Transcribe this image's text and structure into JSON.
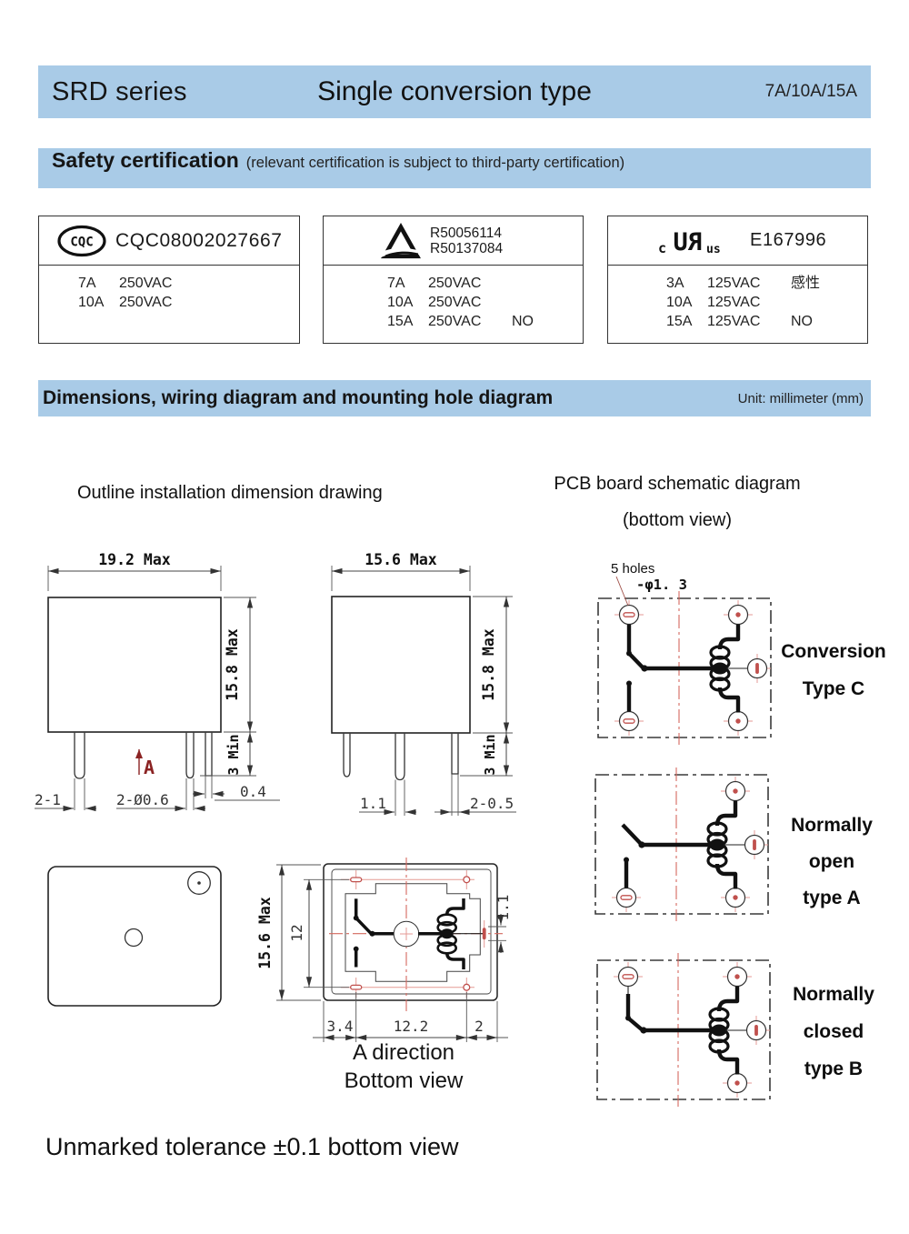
{
  "header": {
    "series": "SRD series",
    "title": "Single conversion type",
    "ratings": "7A/10A/15A"
  },
  "safety": {
    "title": "Safety certification",
    "subtitle": "(relevant certification is subject to third-party certification)"
  },
  "certs": {
    "cqc": {
      "logo_text": "CQC",
      "number": "CQC08002027667",
      "rows": [
        {
          "a": "7A",
          "v": "250VAC",
          "n": ""
        },
        {
          "a": "10A",
          "v": "250VAC",
          "n": ""
        }
      ]
    },
    "tuv": {
      "reg1": "R50056114",
      "reg2": "R50137084",
      "rows": [
        {
          "a": "7A",
          "v": "250VAC",
          "n": ""
        },
        {
          "a": "10A",
          "v": "250VAC",
          "n": ""
        },
        {
          "a": "15A",
          "v": "250VAC",
          "n": "NO"
        }
      ]
    },
    "ul": {
      "prefix": "c",
      "logo_text": "RU",
      "suffix": "us",
      "number": "E167996",
      "rows": [
        {
          "a": "3A",
          "v": "125VAC",
          "n": "感性"
        },
        {
          "a": "10A",
          "v": "125VAC",
          "n": ""
        },
        {
          "a": "15A",
          "v": "125VAC",
          "n": "NO"
        }
      ]
    }
  },
  "dimensions_band": {
    "title": "Dimensions, wiring diagram and mounting hole diagram",
    "unit": "Unit: millimeter (mm)"
  },
  "sections": {
    "outline": "Outline installation dimension drawing",
    "pcb_line1": "PCB board schematic diagram",
    "pcb_line2": "(bottom view)"
  },
  "front_view": {
    "width": "19.2 Max",
    "height": "15.8 Max",
    "pin_len": "3 Min",
    "pin_w": "0.4",
    "label_left": "2-1",
    "label_mid": "2-Ø0.6",
    "arrow_label": "A"
  },
  "side_view": {
    "width": "15.6 Max",
    "height": "15.8 Max",
    "pin_len": "3 Min",
    "dim_pin": "1.1",
    "dim_right": "2-0.5"
  },
  "pcb": {
    "holes_label": "5 holes",
    "holes_dia": "-φ1. 3",
    "type_c_line1": "Conversion",
    "type_c_line2": "Type C",
    "type_a_line1": "Normally",
    "type_a_line2": "open",
    "type_a_line3": "type A",
    "type_b_line1": "Normally",
    "type_b_line2": "closed",
    "type_b_line3": "type B"
  },
  "bottom_view": {
    "height": "15.6 Max",
    "pitch_v": "12",
    "dim_left": "3.4",
    "dim_mid": "12.2",
    "dim_right": "2",
    "dim_slot": "1.1",
    "caption_line1": "A direction",
    "caption_line2": "Bottom view"
  },
  "footer": {
    "tolerance": "Unmarked tolerance ±0.1 bottom view"
  },
  "colors": {
    "band": "#a9cbe7",
    "pad_red": "#c0504d",
    "crosshair_red": "#e59a94",
    "centerline_red": "#d4695f",
    "arrow_red": "#8b2323"
  }
}
